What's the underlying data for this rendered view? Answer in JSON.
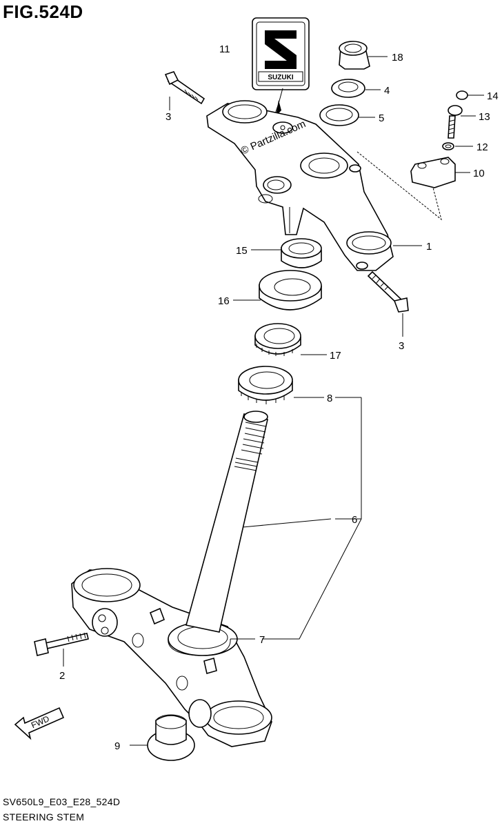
{
  "figure": {
    "title": "FIG.524D",
    "code": "SV650L9_E03_E28_524D",
    "name": "STEERING STEM"
  },
  "watermark": "© Partzilla.com",
  "logo": {
    "text": "SUZUKI",
    "color": "#000000"
  },
  "fwd_label": "FWD",
  "callouts": {
    "c1": "1",
    "c2": "2",
    "c3a": "3",
    "c3b": "3",
    "c4": "4",
    "c5": "5",
    "c6": "6",
    "c7": "7",
    "c8": "8",
    "c9": "9",
    "c10": "10",
    "c11": "11",
    "c12": "12",
    "c13": "13",
    "c14": "14",
    "c15": "15",
    "c16": "16",
    "c17": "17",
    "c18": "18"
  }
}
